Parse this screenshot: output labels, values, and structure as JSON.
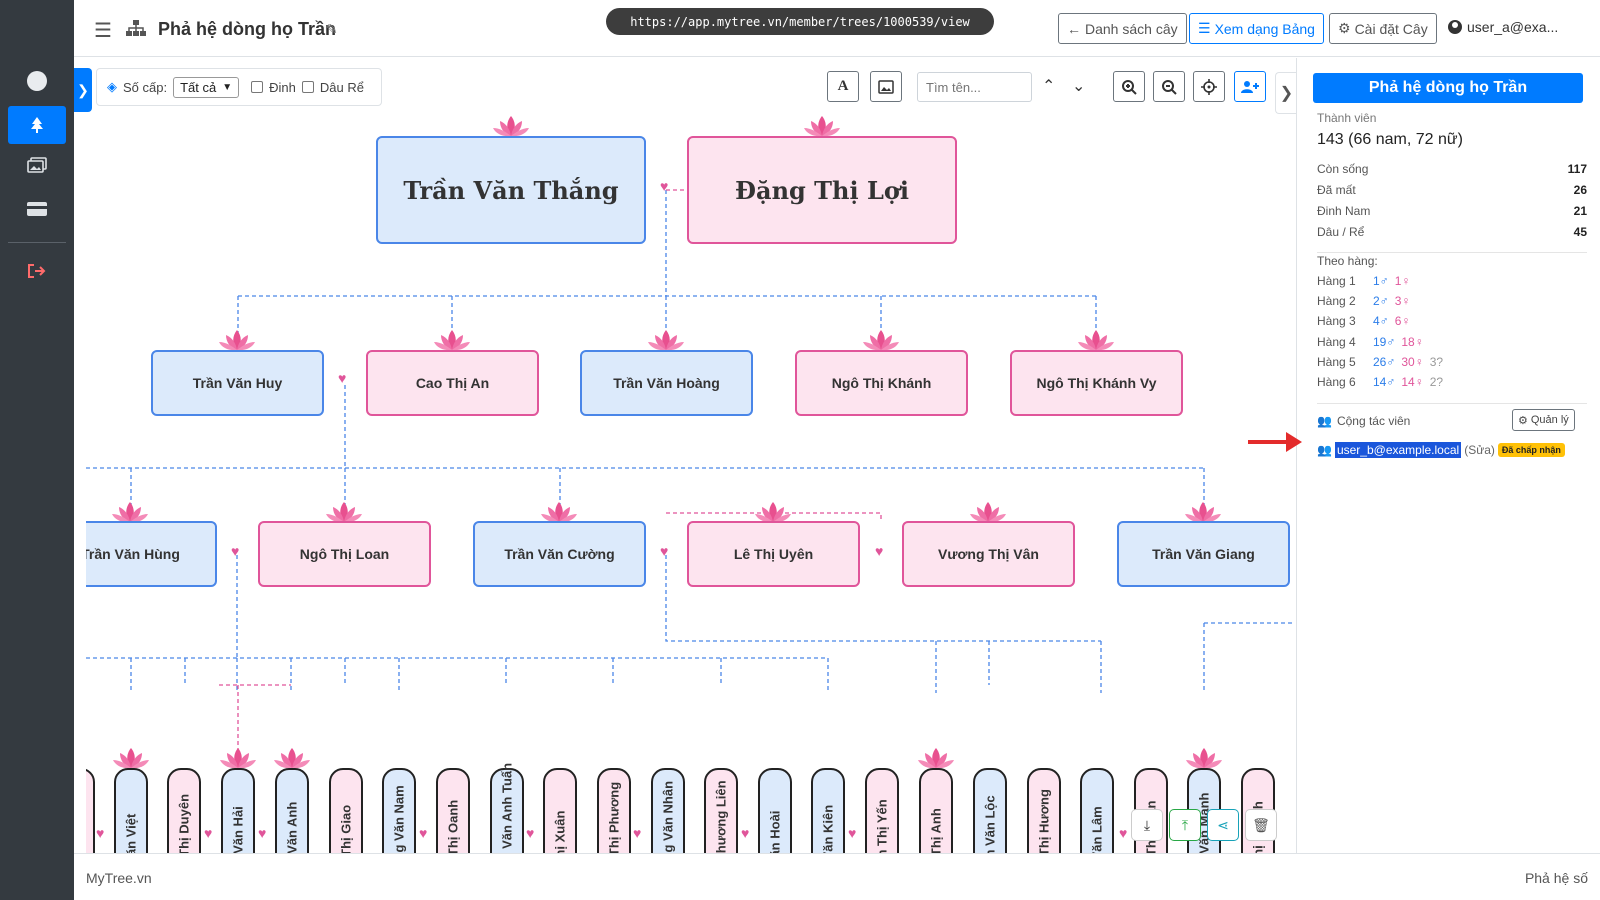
{
  "browser": {
    "url": "https://app.mytree.vn/member/trees/1000539/view"
  },
  "header": {
    "title": "Phả hệ dòng họ Trần",
    "btn_list": "Danh sách cây",
    "btn_table": "Xem dạng Bảng",
    "btn_settings": "Cài đặt Cây",
    "user": "user_a@exa..."
  },
  "toolbar": {
    "level_label": "Số cấp:",
    "level_value": "Tất cả",
    "chk_dinh": "Đinh",
    "chk_daure": "Dâu Rể",
    "search_placeholder": "Tìm tên..."
  },
  "tree": {
    "gen1": [
      {
        "name": "Trần Văn Thắng",
        "gender": "m"
      },
      {
        "name": "Đặng Thị Lợi",
        "gender": "f"
      }
    ],
    "gen2": [
      {
        "name": "Trần Văn Huy",
        "gender": "m"
      },
      {
        "name": "Cao Thị An",
        "gender": "f"
      },
      {
        "name": "Trần Văn Hoàng",
        "gender": "m"
      },
      {
        "name": "Ngô Thị Khánh",
        "gender": "f"
      },
      {
        "name": "Ngô Thị Khánh Vy",
        "gender": "f"
      }
    ],
    "gen3": [
      {
        "name": "Trần Văn Hùng",
        "gender": "m"
      },
      {
        "name": "Ngô Thị Loan",
        "gender": "f"
      },
      {
        "name": "Trần Văn Cường",
        "gender": "m"
      },
      {
        "name": "Lê Thị Uyên",
        "gender": "f"
      },
      {
        "name": "Vương Thị Vân",
        "gender": "f"
      },
      {
        "name": "Trần Văn Giang",
        "gender": "m"
      }
    ],
    "gen4": [
      {
        "name": "",
        "gender": "f"
      },
      {
        "name": "Vũ Văn Việt",
        "gender": "m"
      },
      {
        "name": "Cao Thị Duyên",
        "gender": "f"
      },
      {
        "name": "Trần Văn Hải",
        "gender": "m"
      },
      {
        "name": "Trần Văn Anh",
        "gender": "m"
      },
      {
        "name": "Cao Thị Giao",
        "gender": "f"
      },
      {
        "name": "Hoàng Văn Nam",
        "gender": "m"
      },
      {
        "name": "Ngô Thị Oanh",
        "gender": "f"
      },
      {
        "name": "Đặng Văn Anh Tuấn",
        "gender": "m"
      },
      {
        "name": "Tô Thị Xuân",
        "gender": "f"
      },
      {
        "name": "Ngô Thị Phương",
        "gender": "f"
      },
      {
        "name": "Hoàng Văn Nhân",
        "gender": "m"
      },
      {
        "name": "Thị Phương Liên",
        "gender": "f"
      },
      {
        "name": "Tạ Văn Hoài",
        "gender": "m"
      },
      {
        "name": "Bùi Văn Kiên",
        "gender": "m"
      },
      {
        "name": "Phạm Thị Yến",
        "gender": "f"
      },
      {
        "name": "Lưu Thị Anh",
        "gender": "f"
      },
      {
        "name": "Phạm Văn Lộc",
        "gender": "m"
      },
      {
        "name": "Ngô Thị Hương",
        "gender": "f"
      },
      {
        "name": "Bùi Văn Lâm",
        "gender": "m"
      },
      {
        "name": "Ngô Thị Nhàn",
        "gender": "f"
      },
      {
        "name": "Trần Văn Mạnh",
        "gender": "m"
      },
      {
        "name": "Hà Thị Nhành",
        "gender": "f"
      }
    ]
  },
  "panel": {
    "title": "Phả hệ dòng họ Trần",
    "members_label": "Thành viên",
    "members_value": "143 (66 nam, 72 nữ)",
    "stats": [
      {
        "label": "Còn sống",
        "value": "117"
      },
      {
        "label": "Đã mất",
        "value": "26"
      },
      {
        "label": "Đinh Nam",
        "value": "21"
      },
      {
        "label": "Dâu / Rể",
        "value": "45"
      }
    ],
    "rank_label": "Theo hàng:",
    "ranks": [
      {
        "label": "Hàng 1",
        "male": "1♂",
        "female": "1♀",
        "unknown": ""
      },
      {
        "label": "Hàng 2",
        "male": "2♂",
        "female": "3♀",
        "unknown": ""
      },
      {
        "label": "Hàng 3",
        "male": "4♂",
        "female": "6♀",
        "unknown": ""
      },
      {
        "label": "Hàng 4",
        "male": "19♂",
        "female": "18♀",
        "unknown": ""
      },
      {
        "label": "Hàng 5",
        "male": "26♂",
        "female": "30♀",
        "unknown": "3?"
      },
      {
        "label": "Hàng 6",
        "male": "14♂",
        "female": "14♀",
        "unknown": "2?"
      }
    ],
    "collab_label": "Cộng tác viên",
    "manage_label": "Quản lý",
    "collab_email": "user_b@example.local",
    "collab_role": "(Sửa)",
    "collab_status": "Đã chấp nhận"
  },
  "footer": {
    "left": "MyTree.vn",
    "right": "Phả hệ số"
  },
  "colors": {
    "male_bg": "#dceafb",
    "male_border": "#4a86e8",
    "female_bg": "#fde4ef",
    "female_border": "#e0559a",
    "accent": "#007bff"
  }
}
